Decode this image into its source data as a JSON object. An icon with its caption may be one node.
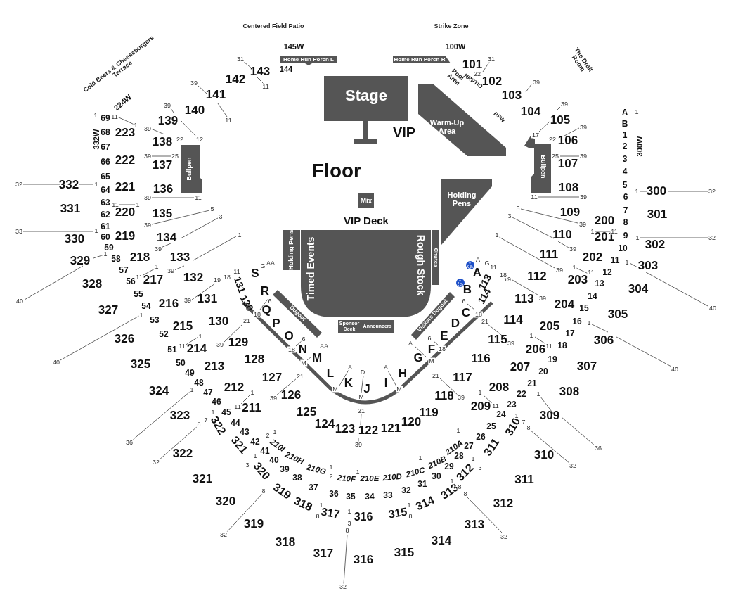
{
  "diagram": {
    "nodes": [
      {
        "text": [
          "Stage"
        ]
      },
      {
        "text": [
          "Warm-Up Area"
        ]
      },
      {
        "text": [
          "Holding Pens"
        ]
      },
      {
        "text": [
          "Mix"
        ]
      },
      {
        "text": [
          "Holding Pens"
        ]
      },
      {
        "text": [
          "Timed Events",
          "Rough Stock"
        ]
      },
      {
        "text": [
          "Chutes"
        ]
      },
      {
        "text": [
          "Home Run Porch L"
        ]
      },
      {
        "text": [
          "Home Run Porch R"
        ]
      },
      {
        "text": [
          "Bullpen"
        ]
      },
      {
        "text": [
          "Bullpen"
        ]
      },
      {
        "text": [
          "Dugout"
        ]
      },
      {
        "text": [
          "Visitors Dugout"
        ]
      },
      {
        "text": [
          "Sponsor Deck",
          "Announcers"
        ]
      }
    ],
    "labels": [
      "Centered Field Patio",
      "Strike Zone",
      "Cold Beers & Cheeseburgers Terrace",
      "The Draft Room",
      "145W",
      "100W",
      "224W",
      "332W",
      "300W",
      "144",
      "Pool Area",
      "HRPTIO",
      "RFW",
      "VIP",
      "Floor",
      "VIP Deck",
      "143",
      "142",
      "141",
      "140",
      "139",
      "138",
      "137",
      "136",
      "135",
      "134",
      "133",
      "132",
      "131",
      "130",
      "129",
      "128",
      "127",
      "126",
      "125",
      "124",
      "123",
      "122",
      "121",
      "120",
      "119",
      "118",
      "117",
      "116",
      "115",
      "114",
      "113",
      "112",
      "111",
      "110",
      "109",
      "108",
      "107",
      "106",
      "105",
      "104",
      "103",
      "102",
      "101",
      "131",
      "130",
      "114",
      "113",
      "S",
      "R",
      "Q",
      "P",
      "O",
      "N",
      "M",
      "L",
      "K",
      "J",
      "I",
      "H",
      "G",
      "F",
      "E",
      "D",
      "C",
      "B",
      "A",
      "223",
      "222",
      "221",
      "220",
      "219",
      "218",
      "217",
      "216",
      "215",
      "214",
      "213",
      "212",
      "211",
      "210I",
      "210H",
      "210G",
      "210F",
      "210E",
      "210D",
      "210C",
      "210B",
      "210A",
      "209",
      "208",
      "207",
      "206",
      "205",
      "204",
      "203",
      "202",
      "201",
      "200",
      "69",
      "68",
      "67",
      "66",
      "65",
      "64",
      "63",
      "62",
      "61",
      "60",
      "59",
      "58",
      "57",
      "56",
      "55",
      "54",
      "53",
      "52",
      "51",
      "50",
      "49",
      "48",
      "47",
      "46",
      "45",
      "44",
      "43",
      "42",
      "41",
      "40",
      "39",
      "38",
      "37",
      "36",
      "35",
      "34",
      "33",
      "32",
      "31",
      "30",
      "29",
      "28",
      "27",
      "26",
      "25",
      "24",
      "23",
      "22",
      "21",
      "20",
      "19",
      "18",
      "17",
      "16",
      "15",
      "14",
      "13",
      "12",
      "11",
      "10",
      "9",
      "8",
      "7",
      "6",
      "5",
      "4",
      "3",
      "2",
      "1",
      "B",
      "A",
      "332",
      "331",
      "330",
      "329",
      "328",
      "327",
      "326",
      "325",
      "324",
      "323",
      "322",
      "321",
      "320",
      "319",
      "318",
      "317",
      "316",
      "315",
      "314",
      "313",
      "312",
      "311",
      "310",
      "309",
      "308",
      "307",
      "306",
      "305",
      "304",
      "303",
      "302",
      "301",
      "300",
      "322",
      "321",
      "320",
      "319",
      "318",
      "317",
      "316",
      "315",
      "314",
      "313",
      "312",
      "311",
      "310",
      "31",
      "11",
      "39",
      "11",
      "39",
      "12",
      "39",
      "22",
      "39",
      "25",
      "39",
      "11",
      "5",
      "39",
      "3",
      "39",
      "1",
      "39",
      "19",
      "39",
      "G",
      "AA",
      "18",
      "11",
      "1",
      "11",
      "1",
      "32",
      "1",
      "11",
      "1",
      "33",
      "1",
      "1",
      "40",
      "11",
      "1",
      "1",
      "40",
      "11",
      "1",
      "21",
      "39",
      "6",
      "18",
      "6",
      "18",
      "AA",
      "M",
      "21",
      "39",
      "1",
      "11",
      "1",
      "36",
      "1",
      "7",
      "8",
      "32",
      "1",
      "2",
      "1",
      "3",
      "8",
      "32",
      "1",
      "8",
      "1",
      "3",
      "8",
      "32",
      "21",
      "39",
      "A",
      "M",
      "D",
      "M",
      "A",
      "M",
      "1",
      "2",
      "1",
      "1",
      "1",
      "1",
      "3",
      "1",
      "8",
      "1",
      "8",
      "8",
      "32",
      "A",
      "M",
      "6",
      "18",
      "6",
      "18",
      "21",
      "39",
      "1",
      "11",
      "1",
      "7",
      "8",
      "32",
      "1",
      "36",
      "21",
      "39",
      "1",
      "11",
      "1",
      "40",
      "19",
      "39",
      "1",
      "39",
      "1",
      "11",
      "1",
      "40",
      "A",
      "G",
      "11",
      "18",
      "3",
      "39",
      "5",
      "39",
      "1",
      "11",
      "1",
      "32",
      "1",
      "32",
      "1",
      "11",
      "39",
      "25",
      "39",
      "22",
      "39",
      "17",
      "39",
      "39",
      "31",
      "22"
    ]
  }
}
